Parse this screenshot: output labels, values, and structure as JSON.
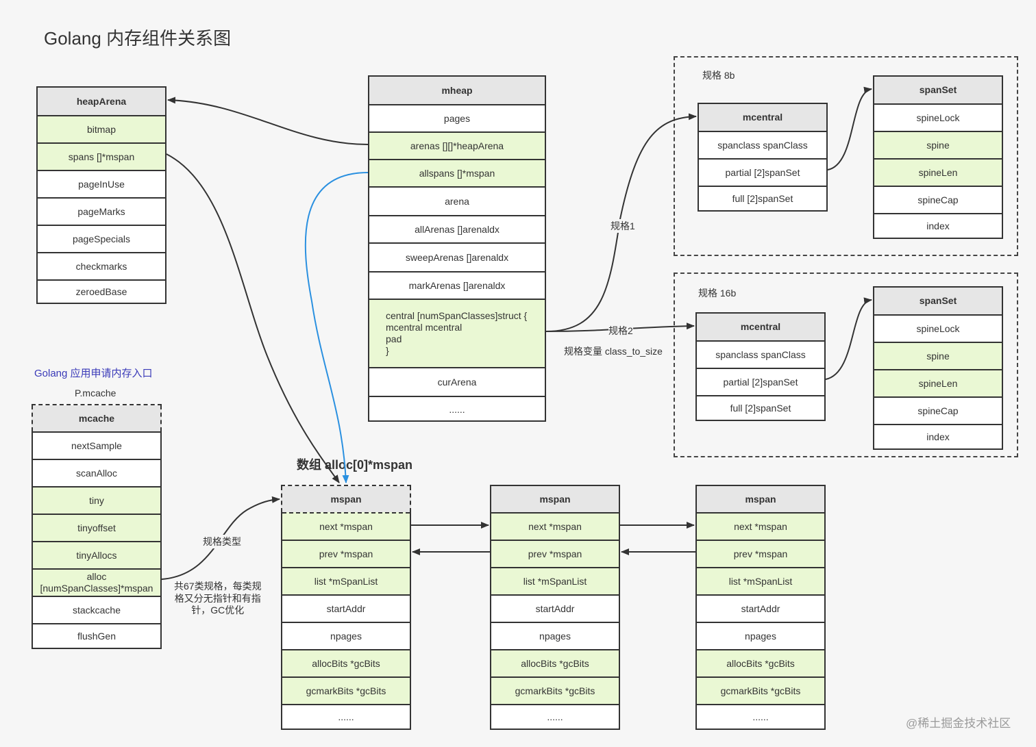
{
  "title": "Golang 内存组件关系图",
  "colors": {
    "header": "#e6e6e6",
    "highlight": "#eaf8d4",
    "line": "#333333",
    "blue_link": "#2a90e0"
  },
  "heapArena": {
    "title": "heapArena",
    "rows": [
      "bitmap",
      "spans []*mspan",
      "pageInUse",
      "pageMarks",
      "pageSpecials",
      "checkmarks",
      "zeroedBase"
    ]
  },
  "mheap": {
    "title": "mheap",
    "rows": [
      "pages",
      "arenas [][]*heapArena",
      "allspans []*mspan",
      "arena",
      "allArenas []arenaldx",
      "sweepArenas []arenaldx",
      "markArenas []arenaldx",
      "central [numSpanClasses]struct {\n  mcentral mcentral\n  pad\n}",
      "curArena",
      "......"
    ]
  },
  "group8": {
    "label": "规格 8b",
    "mcentral": {
      "title": "mcentral",
      "rows": [
        "spanclass spanClass",
        "partial [2]spanSet",
        "full [2]spanSet"
      ]
    },
    "spanSet": {
      "title": "spanSet",
      "rows": [
        "spineLock",
        "spine",
        "spineLen",
        "spineCap",
        "index"
      ]
    }
  },
  "group16": {
    "label": "规格 16b",
    "mcentral": {
      "title": "mcentral",
      "rows": [
        "spanclass spanClass",
        "partial [2]spanSet",
        "full [2]spanSet"
      ]
    },
    "spanSet": {
      "title": "spanSet",
      "rows": [
        "spineLock",
        "spine",
        "spineLen",
        "spineCap",
        "index"
      ]
    }
  },
  "entry_label": "Golang 应用申请内存入口",
  "pmcache_label": "P.mcache",
  "mcache": {
    "title": "mcache",
    "rows": [
      "nextSample",
      "scanAlloc",
      "tiny",
      "tinyoffset",
      "tinyAllocs",
      "alloc\n[numSpanClasses]*mspan",
      "stackcache",
      "flushGen"
    ]
  },
  "alloc_label": "数组 alloc[0]*mspan",
  "mspans": [
    {
      "title": "mspan",
      "rows": [
        "next *mspan",
        "prev *mspan",
        "list *mSpanList",
        "startAddr",
        "npages",
        "allocBits *gcBits",
        "gcmarkBits *gcBits",
        "......"
      ]
    },
    {
      "title": "mspan",
      "rows": [
        "next *mspan",
        "prev *mspan",
        "list *mSpanList",
        "startAddr",
        "npages",
        "allocBits *gcBits",
        "gcmarkBits *gcBits",
        "......"
      ]
    },
    {
      "title": "mspan",
      "rows": [
        "next *mspan",
        "prev *mspan",
        "list *mSpanList",
        "startAddr",
        "npages",
        "allocBits *gcBits",
        "gcmarkBits *gcBits",
        "......"
      ]
    }
  ],
  "edge_labels": {
    "spec1": "规格1",
    "spec2": "规格2",
    "class_var": "规格变量 class_to_size",
    "spec_type": "规格类型",
    "note": "共67类规格，每类规\n格又分无指针和有指\n针，GC优化"
  },
  "watermark": "@稀土掘金技术社区"
}
